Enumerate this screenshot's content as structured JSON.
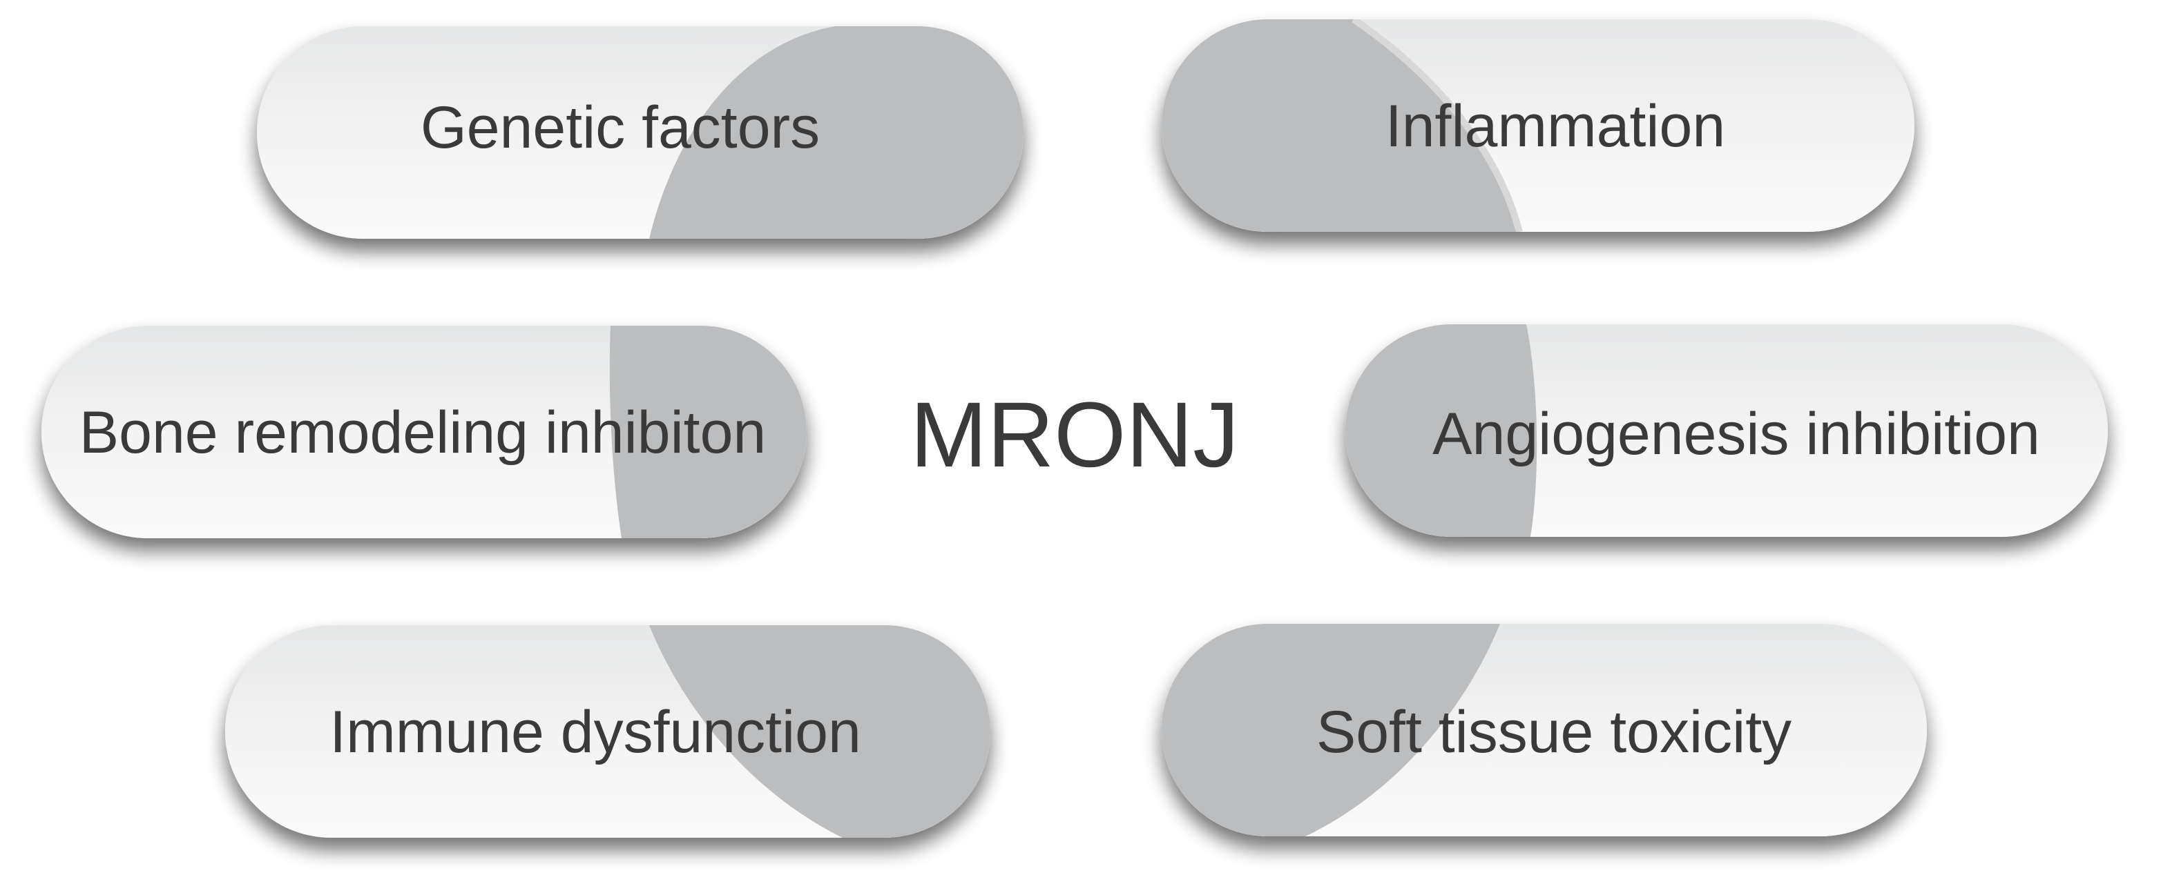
{
  "center": {
    "label": "MRONJ"
  },
  "factors": [
    {
      "id": "genetic",
      "label": "Genetic factors"
    },
    {
      "id": "inflammation",
      "label": "Inflammation"
    },
    {
      "id": "bone",
      "label": "Bone remodeling inhibiton"
    },
    {
      "id": "angiogenesis",
      "label": "Angiogenesis inhibition"
    },
    {
      "id": "immune",
      "label": "Immune dysfunction"
    },
    {
      "id": "soft-tissue",
      "label": "Soft tissue toxicity"
    }
  ],
  "colors": {
    "pill_light_top": "#eeeeee",
    "pill_light_bottom": "#f7f7f7",
    "pill_dark": "#bcbdbf",
    "text": "#3a3a3a",
    "background": "#ffffff"
  }
}
